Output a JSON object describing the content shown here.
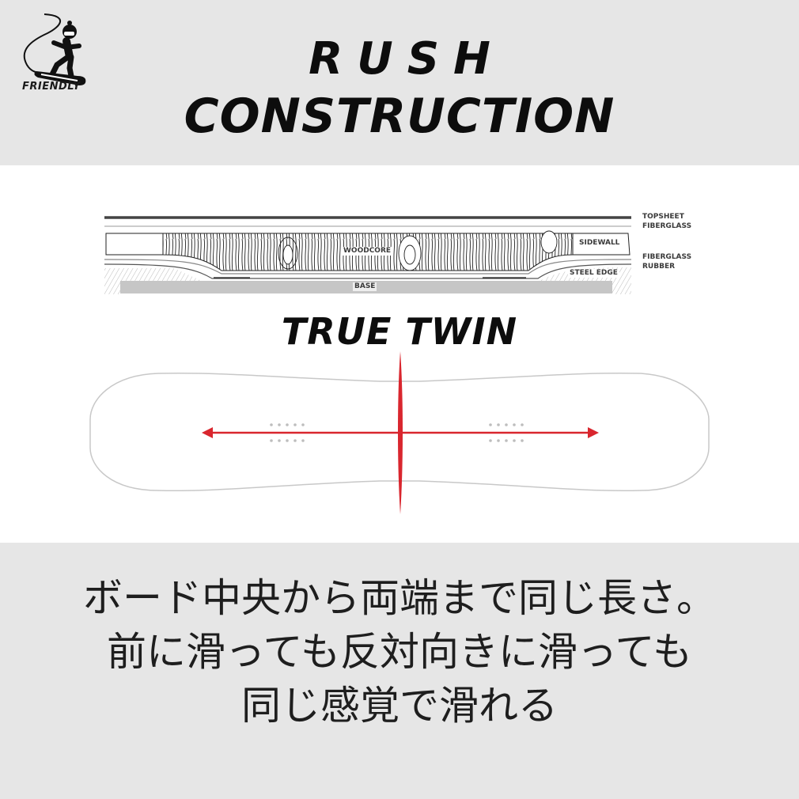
{
  "logo": {
    "icon": "snowboarder-icon",
    "label": "FRIENDLY"
  },
  "header": {
    "title_line1": "RUSH",
    "title_line2": "CONSTRUCTION"
  },
  "construction_diagram": {
    "layers_right": [
      "TOPSHEET",
      "FIBERGLASS",
      "FIBERGLASS",
      "RUBBER"
    ],
    "inline_labels": {
      "woodcore": "WOODCORE",
      "sidewall": "SIDEWALL",
      "steel_edge": "STEEL EDGE",
      "base": "BASE"
    }
  },
  "shape": {
    "title": "TRUE TWIN",
    "accent_color": "#d9262e",
    "outline_color": "#c8c8c8",
    "insert_dot_color": "#bdbdbd"
  },
  "description": {
    "lines": [
      "ボード中央から両端まで同じ長さ。",
      "前に滑っても反対向きに滑っても",
      "同じ感覚で滑れる"
    ]
  },
  "colors": {
    "band_background": "#e6e6e6",
    "panel_background": "#ffffff",
    "text": "#0d0d0d"
  }
}
